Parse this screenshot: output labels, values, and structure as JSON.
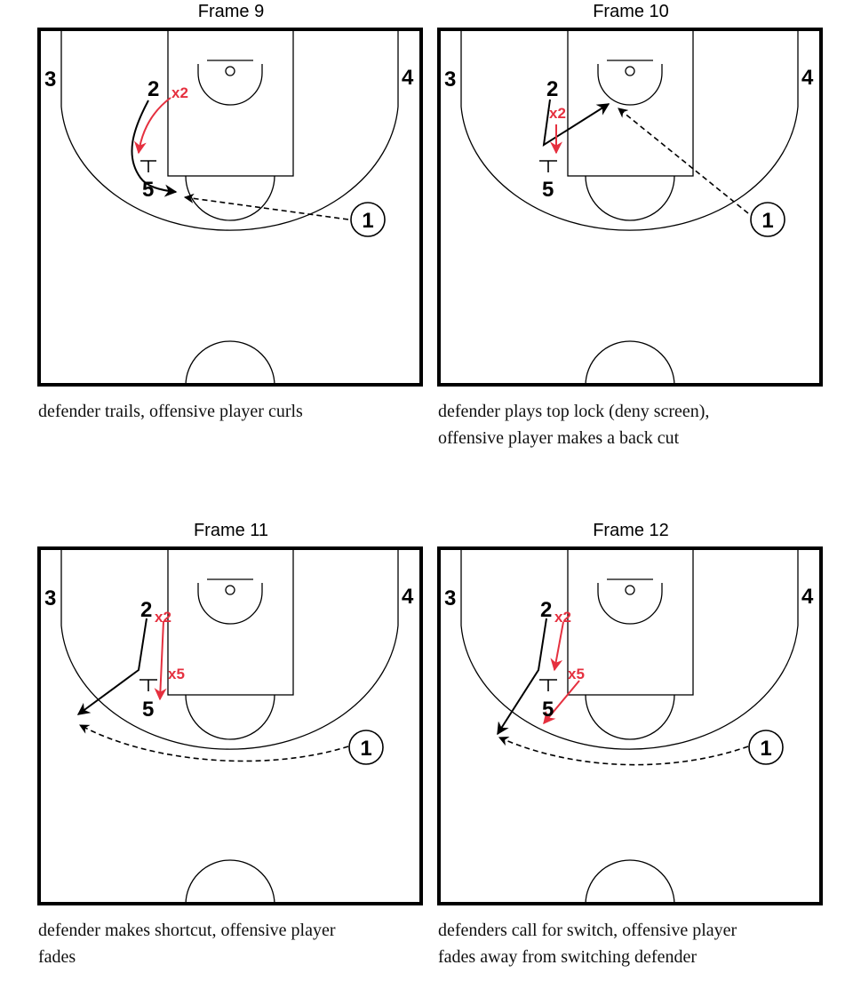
{
  "colors": {
    "offense": "#000000",
    "defense": "#e5303f",
    "court_line": "#000000",
    "background": "#ffffff"
  },
  "frames": [
    {
      "title": "Frame 9",
      "caption": [
        "defender trails, offensive player curls"
      ],
      "players": {
        "p1": "1",
        "p2": "2",
        "p3": "3",
        "p4": "4",
        "p5": "5"
      },
      "defenders": {
        "x2": "x2"
      }
    },
    {
      "title": "Frame 10",
      "caption": [
        "defender plays top lock (deny screen),",
        "offensive player makes a back cut"
      ],
      "players": {
        "p1": "1",
        "p2": "2",
        "p3": "3",
        "p4": "4",
        "p5": "5"
      },
      "defenders": {
        "x2": "x2"
      }
    },
    {
      "title": "Frame 11",
      "caption": [
        "defender makes shortcut, offensive player",
        "fades"
      ],
      "players": {
        "p1": "1",
        "p2": "2",
        "p3": "3",
        "p4": "4",
        "p5": "5"
      },
      "defenders": {
        "x2": "x2",
        "x5": "x5"
      }
    },
    {
      "title": "Frame 12",
      "caption": [
        "defenders call for switch, offensive player",
        "fades away from switching defender"
      ],
      "players": {
        "p1": "1",
        "p2": "2",
        "p3": "3",
        "p4": "4",
        "p5": "5"
      },
      "defenders": {
        "x2": "x2",
        "x5": "x5"
      }
    }
  ]
}
